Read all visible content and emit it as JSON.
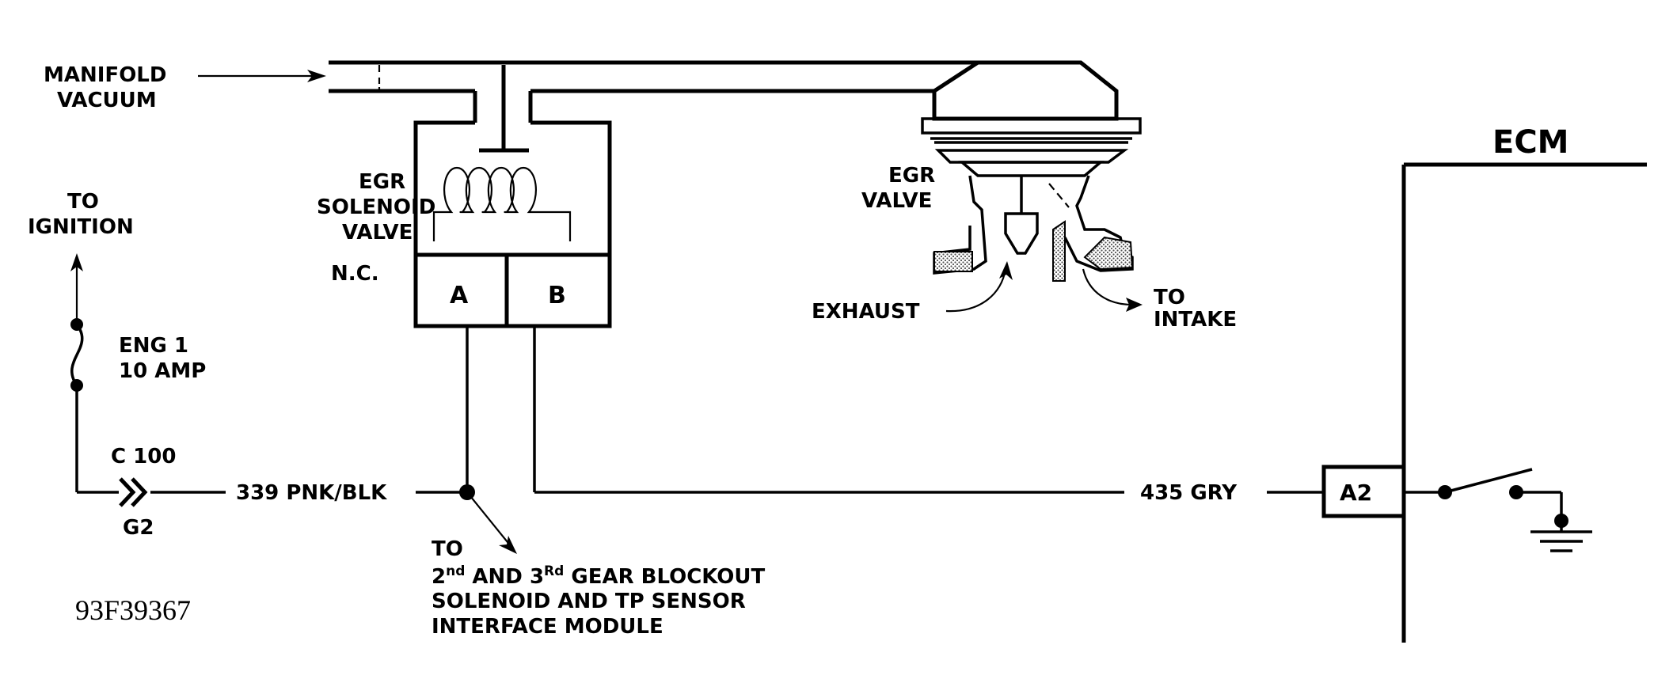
{
  "labels": {
    "manifold_vacuum": [
      "MANIFOLD",
      "VACUUM"
    ],
    "to_ignition": [
      "TO",
      "IGNITION"
    ],
    "fuse": [
      "ENG 1",
      "10 AMP"
    ],
    "connector": "C 100",
    "connector_pin": "G2",
    "wire_339": "339 PNK/BLK",
    "solenoid": [
      "EGR",
      "SOLENOID",
      "VALVE"
    ],
    "normally_closed": "N.C.",
    "terminal_a": "A",
    "terminal_b": "B",
    "egr_valve": [
      "EGR",
      "VALVE"
    ],
    "exhaust": "EXHAUST",
    "to_intake": [
      "TO",
      "INTAKE"
    ],
    "to_blockout": {
      "line1": "TO",
      "line2_a": "2",
      "line2_sup1": "nd",
      "line2_b": " AND 3",
      "line2_sup2": "Rd",
      "line2_c": " GEAR BLOCKOUT",
      "line3": "SOLENOID AND TP SENSOR",
      "line4": "INTERFACE MODULE"
    },
    "wire_435": "435 GRY",
    "ecm": "ECM",
    "ecm_pin": "A2",
    "figure_id": "93F39367"
  },
  "colors": {
    "ink": "#000000",
    "paper": "#ffffff",
    "shading": "#9a9a9a"
  }
}
